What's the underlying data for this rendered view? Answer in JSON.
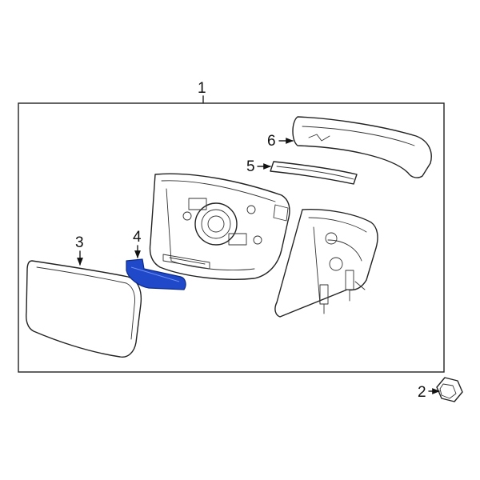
{
  "callouts": {
    "c1": "1",
    "c2": "2",
    "c3": "3",
    "c4": "4",
    "c5": "5",
    "c6": "6"
  },
  "colors": {
    "line": "#222222",
    "highlight_fill": "#1f49c9",
    "highlight_stroke": "#0d2a8a",
    "background": "#ffffff"
  }
}
